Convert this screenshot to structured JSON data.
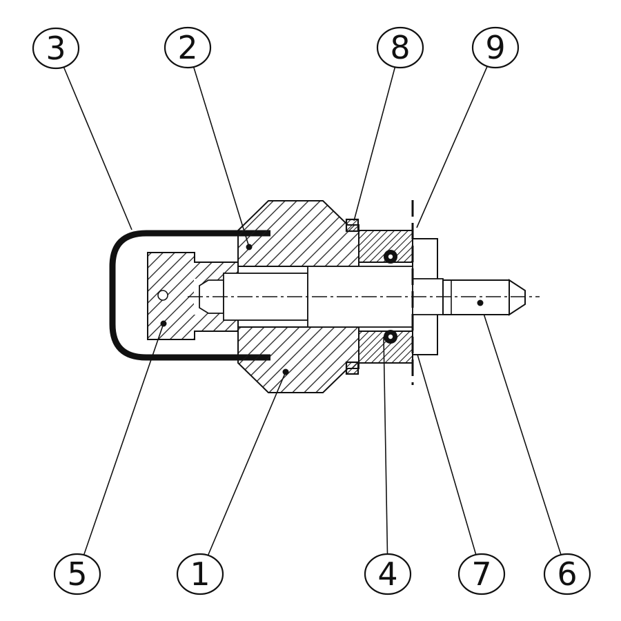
{
  "figure": {
    "type": "sectional-technical-drawing",
    "background_color": "#ffffff",
    "line_color": "#111111"
  },
  "balloons": [
    {
      "label": "1"
    },
    {
      "label": "2"
    },
    {
      "label": "3"
    },
    {
      "label": "4"
    },
    {
      "label": "5"
    },
    {
      "label": "6"
    },
    {
      "label": "7"
    },
    {
      "label": "8"
    },
    {
      "label": "9"
    }
  ]
}
